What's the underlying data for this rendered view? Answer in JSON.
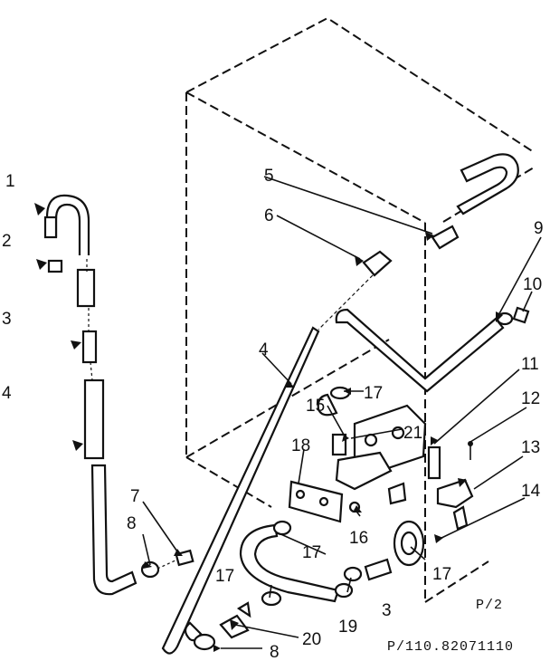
{
  "callouts": [
    {
      "id": "1",
      "text": "1"
    },
    {
      "id": "2",
      "text": "2"
    },
    {
      "id": "3a",
      "text": "3"
    },
    {
      "id": "4a",
      "text": "4"
    },
    {
      "id": "5",
      "text": "5"
    },
    {
      "id": "6",
      "text": "6"
    },
    {
      "id": "4b",
      "text": "4"
    },
    {
      "id": "7",
      "text": "7"
    },
    {
      "id": "8a",
      "text": "8"
    },
    {
      "id": "9",
      "text": "9"
    },
    {
      "id": "10",
      "text": "10"
    },
    {
      "id": "11",
      "text": "11"
    },
    {
      "id": "12",
      "text": "12"
    },
    {
      "id": "13",
      "text": "13"
    },
    {
      "id": "14",
      "text": "14"
    },
    {
      "id": "15",
      "text": "15"
    },
    {
      "id": "16",
      "text": "16"
    },
    {
      "id": "17a",
      "text": "17"
    },
    {
      "id": "17b",
      "text": "17"
    },
    {
      "id": "17c",
      "text": "17"
    },
    {
      "id": "17d",
      "text": "17"
    },
    {
      "id": "18",
      "text": "18"
    },
    {
      "id": "19",
      "text": "19"
    },
    {
      "id": "20",
      "text": "20"
    },
    {
      "id": "21",
      "text": "21"
    },
    {
      "id": "3b",
      "text": "3"
    },
    {
      "id": "8b",
      "text": "8"
    }
  ],
  "footer": {
    "page_mark": "P/2",
    "part_code": "P/110.82071110"
  }
}
